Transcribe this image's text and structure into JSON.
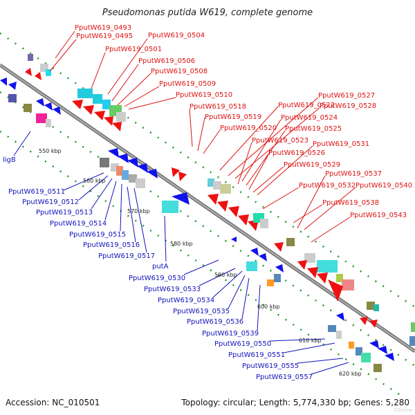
{
  "title": "Pseudomonas putida W619, complete genome",
  "footer": {
    "accession": "Accession: NC_010501",
    "topology": "Topology: circular; Length: 5,774,330 bp; Genes: 5,280"
  },
  "colors": {
    "forward_label": "#dd1111",
    "reverse_label": "#1111bb",
    "forward_feature": "#ee1111",
    "reverse_feature": "#1111ee",
    "backbone": "#888888",
    "tick": "#229922"
  },
  "tick_labels": [
    "550 kbp",
    "560 kbp",
    "570 kbp",
    "580 kbp",
    "590 kbp",
    "600 kbp",
    "610 kbp",
    "620 kbp"
  ],
  "top_labels": [
    "PputW619_0493",
    "PputW619_0495",
    "PputW619_0504",
    "PputW619_0501",
    "PputW619_0506",
    "PputW619_0508",
    "PputW619_0509",
    "PputW619_0510",
    "PputW619_0518",
    "PputW619_0519",
    "PputW619_0520",
    "PputW619_0522",
    "PputW619_0527",
    "PputW619_0528",
    "PputW619_0524",
    "PputW619_0525",
    "PputW619_0523",
    "PputW619_0531",
    "PputW619_0526",
    "PputW619_0529",
    "PputW619_0537",
    "PputW619_0532",
    "PputW619_0540",
    "PputW619_0538",
    "PputW619_0543"
  ],
  "bottom_labels": [
    "ligB",
    "PputW619_0511",
    "PputW619_0512",
    "PputW619_0513",
    "PputW619_0514",
    "PputW619_0515",
    "PputW619_0516",
    "PputW619_0517",
    "putA",
    "PputW619_0530",
    "PputW619_0533",
    "PputW619_0534",
    "PputW619_0535",
    "PputW619_0536",
    "PputW619_0539",
    "PputW619_0550",
    "PputW619_0551",
    "PputW619_0555",
    "PputW619_0557"
  ],
  "watermark": "CGView"
}
